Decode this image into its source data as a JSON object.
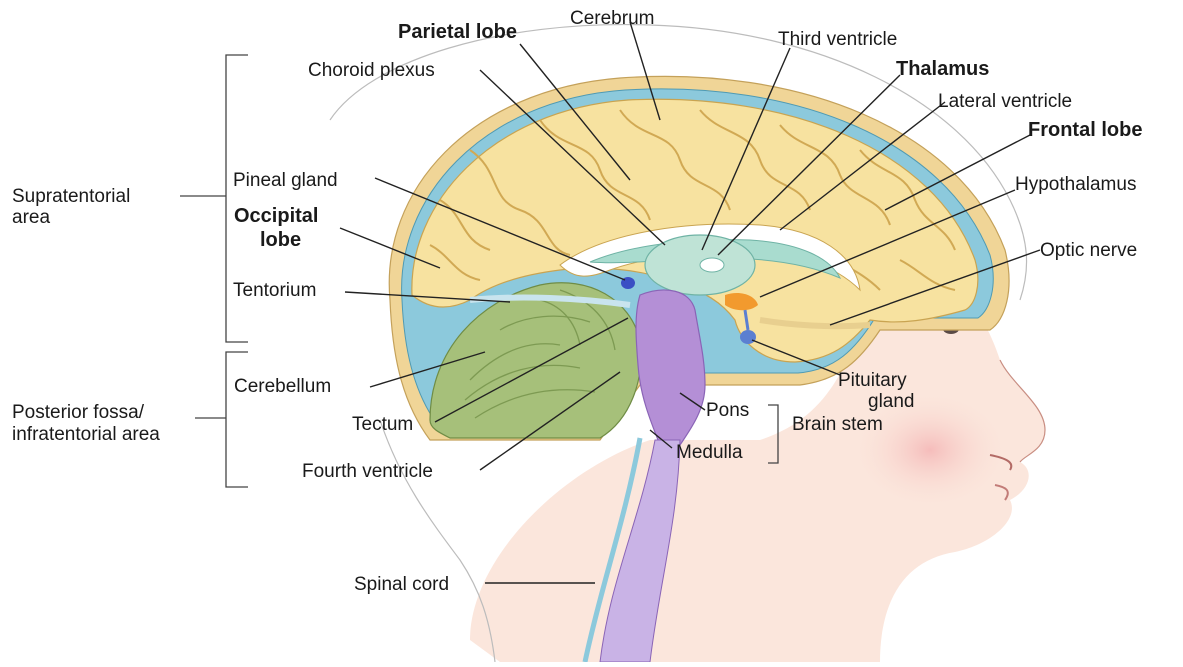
{
  "labels": {
    "parietal_lobe": "Parietal lobe",
    "cerebrum": "Cerebrum",
    "third_ventricle": "Third ventricle",
    "choroid_plexus": "Choroid plexus",
    "thalamus": "Thalamus",
    "lateral_ventricle": "Lateral ventricle",
    "frontal_lobe": "Frontal lobe",
    "pineal_gland": "Pineal gland",
    "hypothalamus": "Hypothalamus",
    "occipital_lobe_1": "Occipital",
    "occipital_lobe_2": "lobe",
    "optic_nerve": "Optic nerve",
    "tentorium": "Tentorium",
    "cerebellum": "Cerebellum",
    "pituitary_gland_1": "Pituitary",
    "pituitary_gland_2": "gland",
    "pons": "Pons",
    "brain_stem": "Brain stem",
    "tectum": "Tectum",
    "medulla": "Medulla",
    "fourth_ventricle": "Fourth ventricle",
    "spinal_cord": "Spinal cord",
    "supratentorial_1": "Supratentorial",
    "supratentorial_2": "area",
    "posterior_fossa_1": "Posterior fossa/",
    "posterior_fossa_2": "infratentorial area"
  },
  "colors": {
    "cerebrum": "#f7e2a0",
    "gyri_lines": "#d9b45e",
    "skull": "#f3d9a0",
    "meninges": "#7fc3d8",
    "cerebellum": "#a6c07a",
    "brainstem": "#b48fd6",
    "spinal_cord": "#c9b3e6",
    "ventricle": "#a9dccf",
    "hypothalamus": "#f29a2e",
    "pituitary": "#5b7fd1",
    "skin": "#fbe6dc",
    "cheek": "#f6c3c3"
  }
}
